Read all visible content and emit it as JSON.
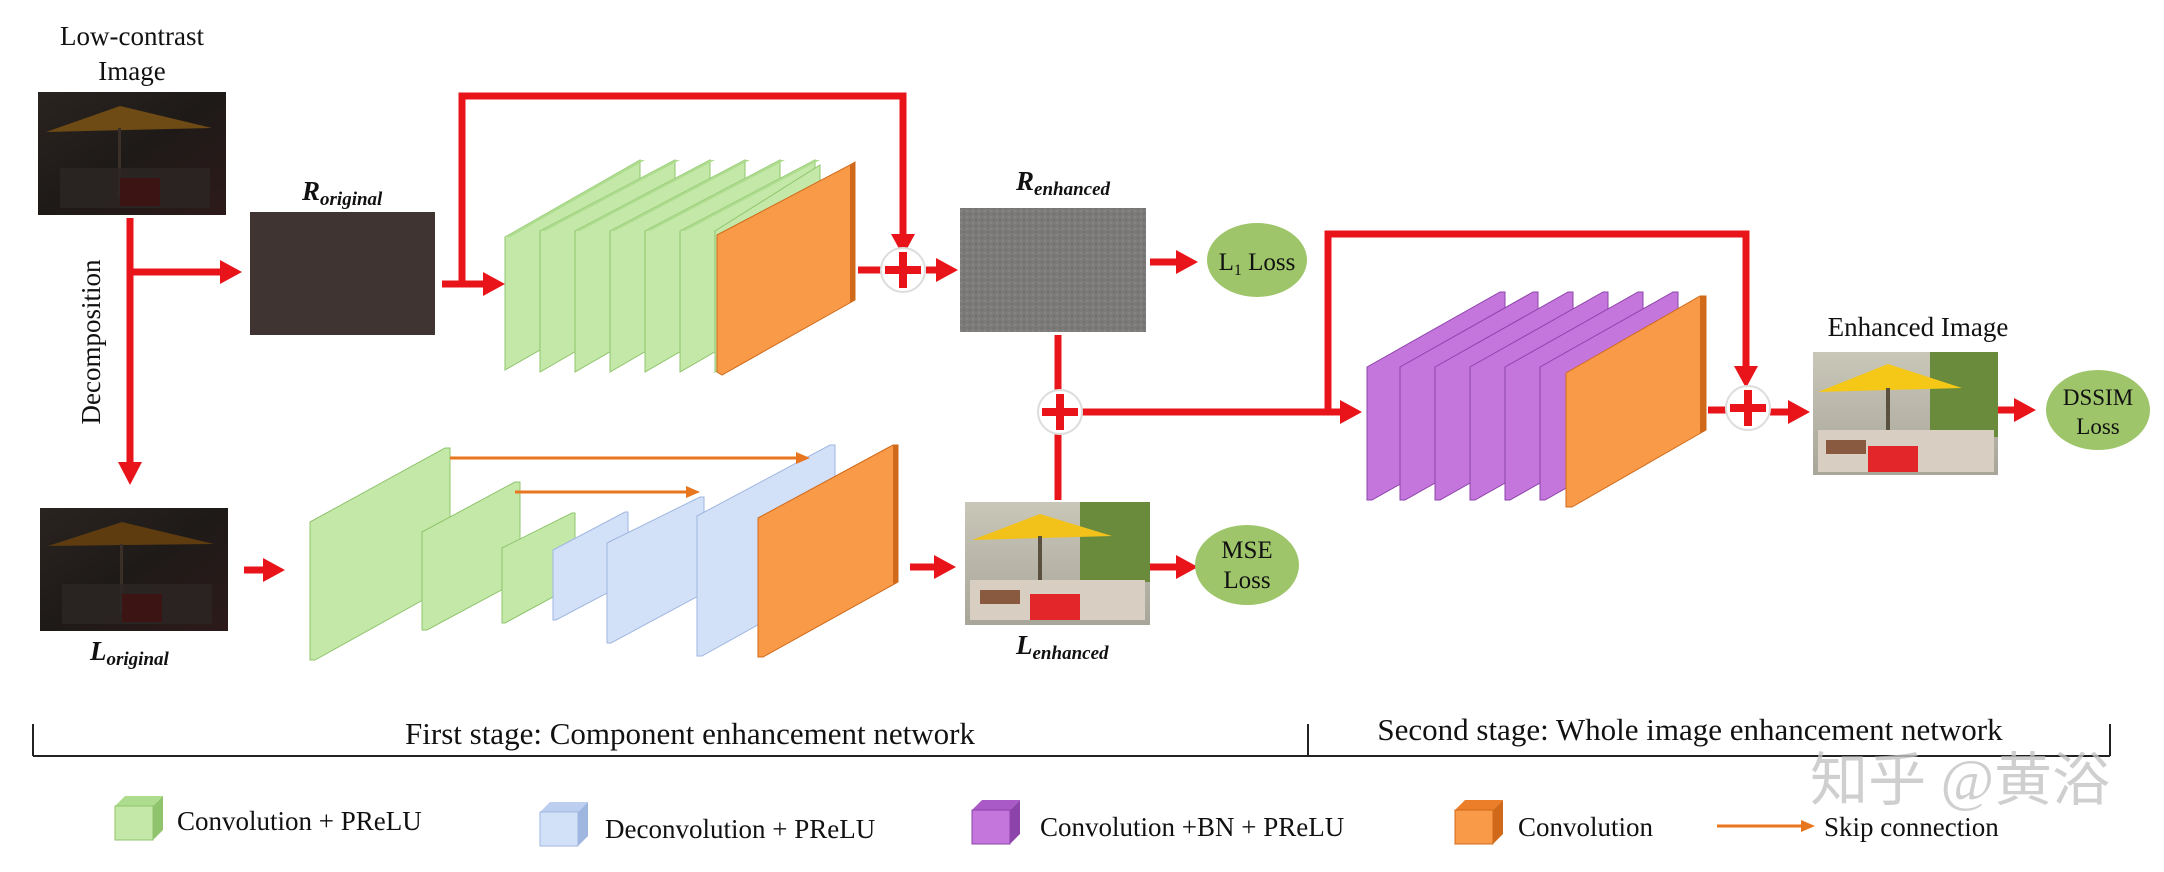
{
  "labels": {
    "low_contrast_line1": "Low-contrast",
    "low_contrast_line2": "Image",
    "decomposition": "Decomposition",
    "r_original_main": "R",
    "r_original_sub": "original",
    "l_original_main": "L",
    "l_original_sub": "original",
    "r_enhanced_main": "R",
    "r_enhanced_sub": "enhanced",
    "l_enhanced_main": "L",
    "l_enhanced_sub": "enhanced",
    "enhanced_image": "Enhanced Image"
  },
  "losses": {
    "l1_main": "L",
    "l1_sub": "1",
    "l1_rest": " Loss",
    "mse_line1": "MSE",
    "mse_line2": "Loss",
    "dssim_line1": "DSSIM",
    "dssim_line2": "Loss"
  },
  "stages": {
    "first": "First stage: Component enhancement network",
    "second": "Second stage: Whole image enhancement network"
  },
  "legend": {
    "conv_prelu": "Convolution + PReLU",
    "deconv_prelu": "Deconvolution + PReLU",
    "conv_bn_prelu": "Convolution +BN + PReLU",
    "conv": "Convolution",
    "skip": "Skip connection"
  },
  "watermark": "知乎 @黄浴",
  "colors": {
    "arrow_red": "#e8141a",
    "skip_orange": "#e8761e",
    "green_front": "#c4e8a8",
    "green_top": "#aedc8e",
    "green_side": "#8fc46c",
    "blue_front": "#d3e1f8",
    "blue_top": "#bccff0",
    "blue_side": "#9fb6e0",
    "purple_front": "#c476dc",
    "purple_top": "#a95ac6",
    "purple_side": "#8d44aa",
    "orange_front": "#f89a48",
    "orange_top": "#ec7e2a",
    "orange_side": "#d06a1a",
    "loss_green": "#9ec56a"
  }
}
